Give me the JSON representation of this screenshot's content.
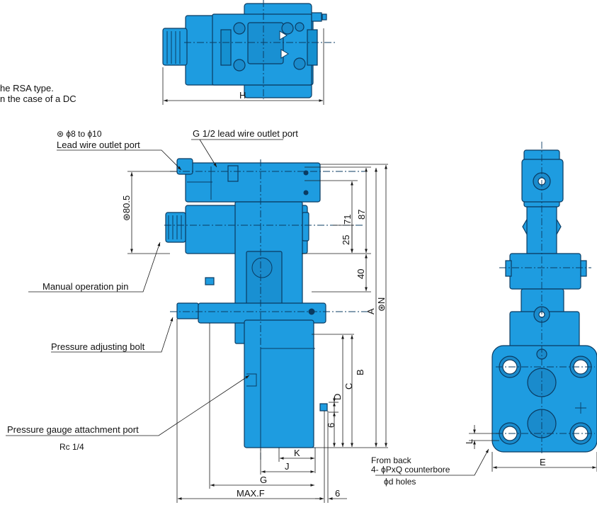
{
  "note": {
    "line1": "he RSA type.",
    "line2": "n the case of a DC"
  },
  "callouts": {
    "lead_wire_size": "⊛ ϕ8 to ϕ10",
    "lead_wire_port": "Lead wire outlet port",
    "g_half_port": "G 1/2 lead wire outlet port",
    "manual_pin": "Manual operation pin",
    "pressure_bolt": "Pressure adjusting bolt",
    "gauge_port": "Pressure gauge attachment port",
    "gauge_thread": "Rc 1/4",
    "from_back": "From back",
    "counterbore": "4- ϕPxQ counterbore",
    "d_holes": "ϕd holes"
  },
  "dimensions": {
    "H": "H",
    "d80_5": "⊛80.5",
    "d71": "71",
    "d87": "87",
    "d25": "25",
    "d40": "40",
    "A": "A",
    "N": "⊛N",
    "B": "B",
    "C": "C",
    "D": "D",
    "d6v": "6",
    "K": "K",
    "J": "J",
    "G": "G",
    "MAXF": "MAX.F",
    "d6h": "6",
    "L": "L",
    "E": "E"
  },
  "colors": {
    "body": "#1e9ce0",
    "outline": "#0a3b62",
    "line": "#1a1a1a"
  }
}
